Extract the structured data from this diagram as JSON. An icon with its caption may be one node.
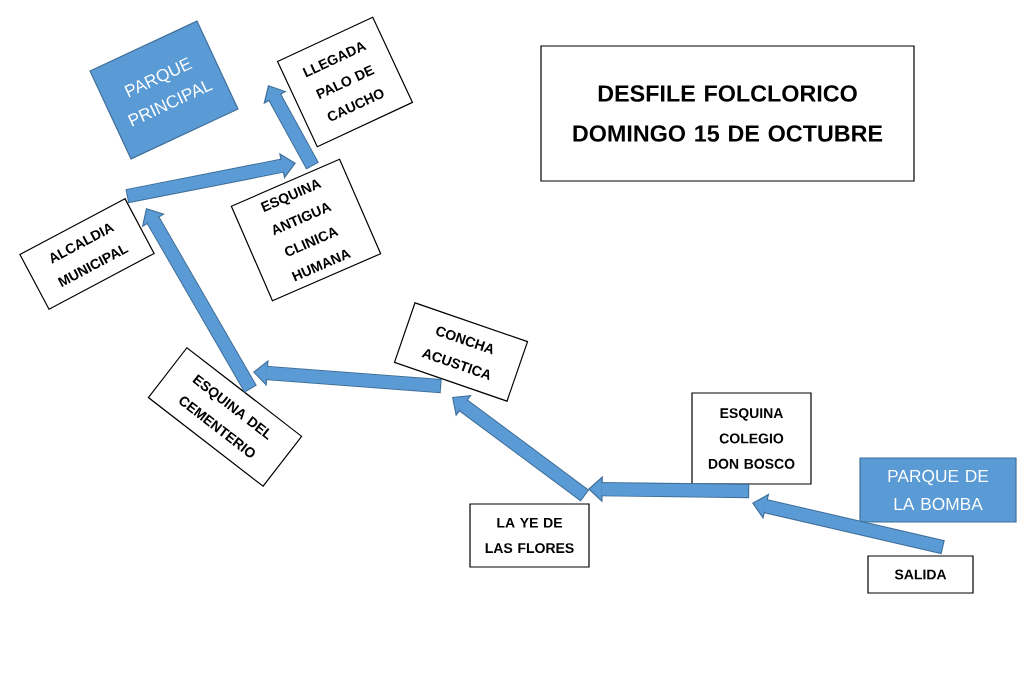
{
  "diagram": {
    "title": "DESFILE FOLCLORICO DOMINGO 15 DE OCTUBRE",
    "nodes": [
      {
        "text": [
          "PARQUE PRINCIPAL"
        ]
      },
      {
        "text": [
          "LLEGADA PALO DE CAUCHO"
        ]
      },
      {
        "text": [
          "ESQUINA ANTIGUA CLINICA HUMANA"
        ]
      },
      {
        "text": [
          "ALCALDIA MUNICIPAL"
        ]
      },
      {
        "text": [
          "CONCHA ACUSTICA"
        ]
      },
      {
        "text": [
          "ESQUINA DEL CEMENTERIO"
        ]
      },
      {
        "text": [
          "ESQUINA COLEGIO DON BOSCO"
        ]
      },
      {
        "text": [
          "PARQUE DE LA BOMBA"
        ]
      },
      {
        "text": [
          "LA YE DE LAS FLORES"
        ]
      },
      {
        "text": [
          "SALIDA"
        ]
      }
    ],
    "edges": [
      {
        "from": 9,
        "to": 6,
        "arrow": "to"
      },
      {
        "from": 6,
        "to": 8,
        "arrow": "to"
      },
      {
        "from": 8,
        "to": 4,
        "arrow": "to"
      },
      {
        "from": 4,
        "to": 5,
        "arrow": "to"
      },
      {
        "from": 5,
        "to": 3,
        "arrow": "to"
      },
      {
        "from": 3,
        "to": 2,
        "arrow": "to"
      },
      {
        "from": 2,
        "to": 1,
        "arrow": "to"
      }
    ]
  }
}
